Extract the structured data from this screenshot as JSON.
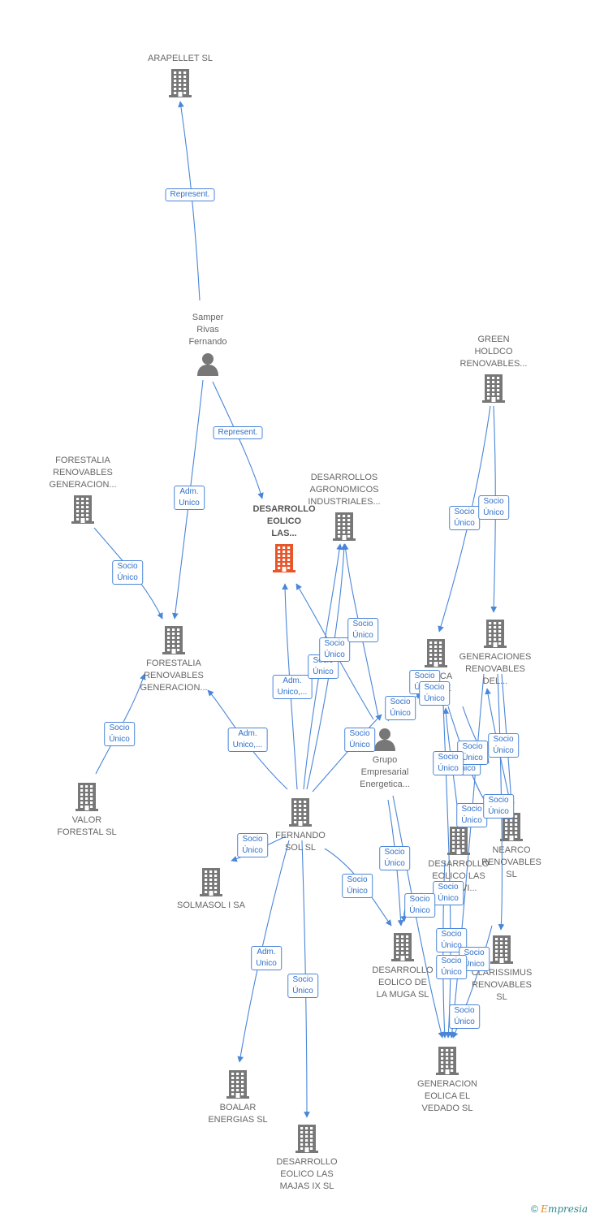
{
  "colors": {
    "edge": "#4a86d8",
    "building": "#777777",
    "main": "#e8552a",
    "label": "#666666"
  },
  "nodes": [
    {
      "id": "arapellet",
      "type": "company",
      "lines": [
        "ARAPELLET  SL"
      ],
      "label_pos": "above"
    },
    {
      "id": "samper",
      "type": "person",
      "lines": [
        "Samper",
        "Rivas",
        "Fernando"
      ],
      "label_pos": "above"
    },
    {
      "id": "forestalia_top",
      "type": "company",
      "lines": [
        "FORESTALIA",
        "RENOVABLES",
        "GENERACION..."
      ],
      "label_pos": "above"
    },
    {
      "id": "main",
      "type": "company-main",
      "lines": [
        "DESARROLLO",
        "EOLICO",
        "LAS..."
      ],
      "label_pos": "above"
    },
    {
      "id": "agronomicos",
      "type": "company",
      "lines": [
        "DESARROLLOS",
        "AGRONOMICOS",
        "INDUSTRIALES..."
      ],
      "label_pos": "above"
    },
    {
      "id": "green",
      "type": "company",
      "lines": [
        "GREEN",
        "HOLDCO",
        "RENOVABLES..."
      ],
      "label_pos": "above"
    },
    {
      "id": "forestalia_mid",
      "type": "company",
      "lines": [
        "FORESTALIA",
        "RENOVABLES",
        "GENERACION..."
      ],
      "label_pos": "below"
    },
    {
      "id": "eolica",
      "type": "company",
      "lines": [
        "EOLICA",
        "S...BLE"
      ],
      "label_pos": "below"
    },
    {
      "id": "generaciones",
      "type": "company",
      "lines": [
        "GENERACIONES",
        "RENOVABLES",
        "DEL..."
      ],
      "label_pos": "below"
    },
    {
      "id": "valor",
      "type": "company",
      "lines": [
        "VALOR",
        "FORESTAL SL"
      ],
      "label_pos": "below"
    },
    {
      "id": "grupo",
      "type": "person",
      "lines": [
        "Grupo",
        "Empresarial",
        "Energetica..."
      ],
      "label_pos": "below"
    },
    {
      "id": "fernando",
      "type": "company",
      "lines": [
        "FERNANDO",
        "SOL SL"
      ],
      "label_pos": "below"
    },
    {
      "id": "nearco",
      "type": "company",
      "lines": [
        "NEARCO",
        "RENOVABLES",
        "SL"
      ],
      "label_pos": "below"
    },
    {
      "id": "solmasol",
      "type": "company",
      "lines": [
        "SOLMASOL I SA"
      ],
      "label_pos": "below"
    },
    {
      "id": "desarrollo_xvi",
      "type": "company",
      "lines": [
        "DESARROLLO",
        "EOLICO LAS",
        "M...XVI..."
      ],
      "label_pos": "below"
    },
    {
      "id": "muga",
      "type": "company",
      "lines": [
        "DESARROLLO",
        "EOLICO DE",
        "LA MUGA SL"
      ],
      "label_pos": "below"
    },
    {
      "id": "clarissimus",
      "type": "company",
      "lines": [
        "CLARISSIMUS",
        "RENOVABLES",
        "SL"
      ],
      "label_pos": "below"
    },
    {
      "id": "vedado",
      "type": "company",
      "lines": [
        "GENERACION",
        "EOLICA EL",
        "VEDADO SL"
      ],
      "label_pos": "below"
    },
    {
      "id": "boalar",
      "type": "company",
      "lines": [
        "BOALAR",
        "ENERGIAS  SL"
      ],
      "label_pos": "below"
    },
    {
      "id": "majas_ix",
      "type": "company",
      "lines": [
        "DESARROLLO",
        "EOLICO LAS",
        "MAJAS IX  SL"
      ],
      "label_pos": "below"
    }
  ],
  "edge_labels": [
    "Represent.",
    "Represent.",
    "Adm.\nUnico",
    "Socio\nÚnico",
    "Socio\nÚnico",
    "Socio\nÚnico",
    "Socio\nÚnico",
    "Socio\nÚnico",
    "Socio\nÚnico",
    "Socio\nÚnico",
    "Adm.\nUnico,...",
    "Adm.\nUnico,...",
    "Socio\nÚnico",
    "Socio\nÚnico",
    "Socio\nÚnico",
    "Adm.\nUnico",
    "Socio\nÚnico",
    "Socio\nÚnico",
    "Socio\nÚnico",
    "Socio\nÚnico",
    "Socio\nÚnico",
    "Socio\nÚnico",
    "Socio\nÚnico",
    "Socio\nÚnico",
    "Socio\nÚnico",
    "Socio\nÚnico",
    "Socio\nÚnico",
    "Socio\nÚnico",
    "Socio\nÚnico",
    "Socio\nÚnico",
    "Socio\nÚnico",
    "Socio\nÚnico",
    "Socio\nÚnico"
  ],
  "footer": {
    "copyright": "©",
    "brand_e": "E",
    "brand_rest": "mpresia"
  }
}
